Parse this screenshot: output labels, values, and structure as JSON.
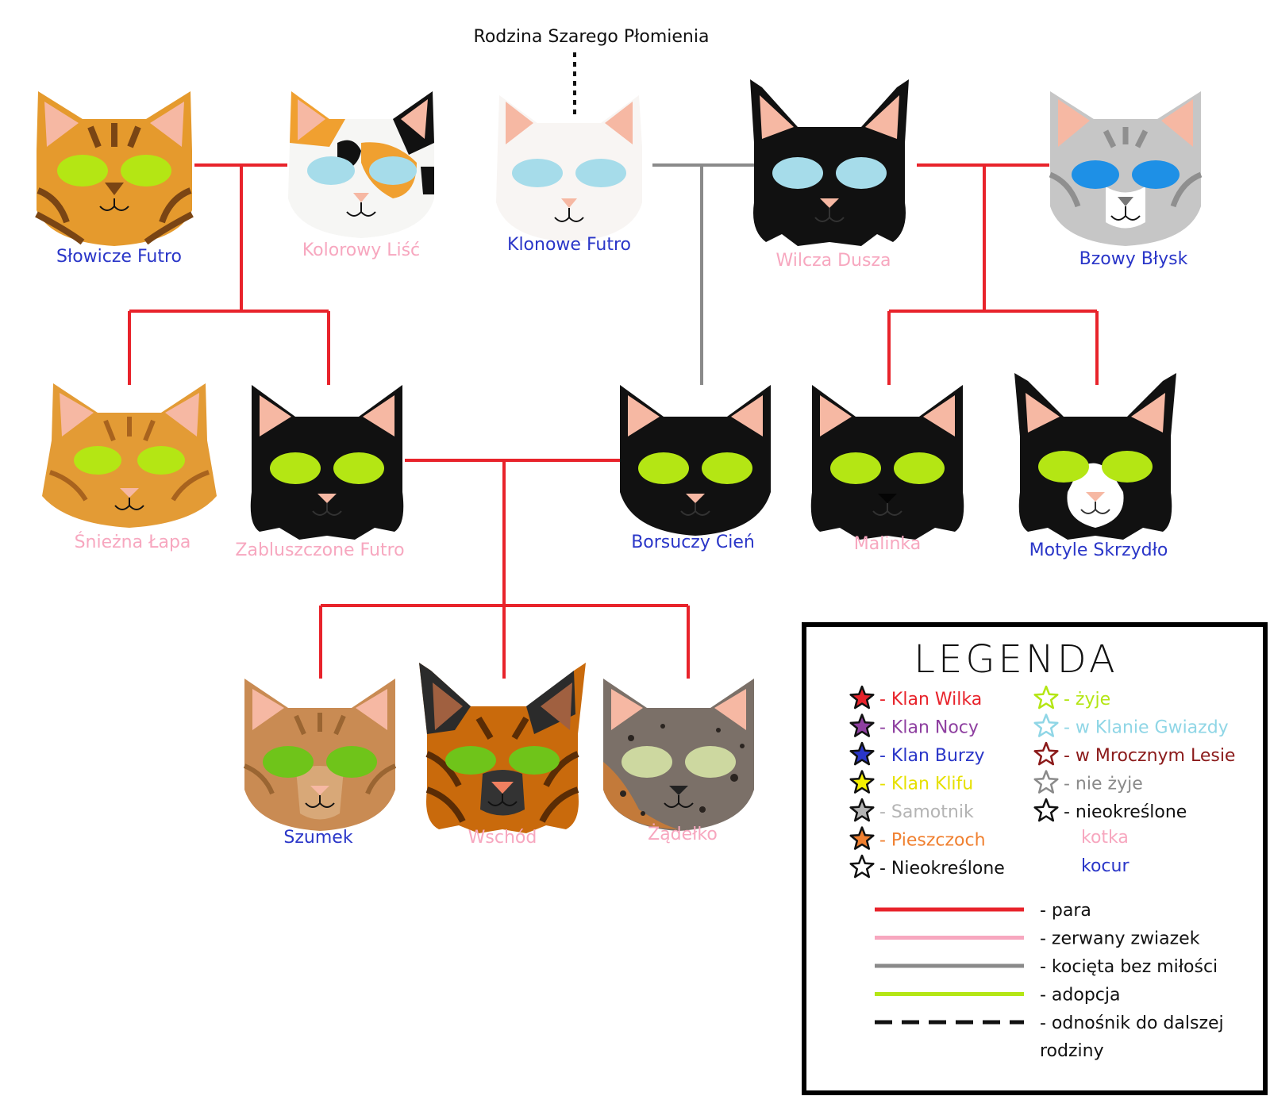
{
  "title": "Rodzina Szarego Płomienia",
  "colors": {
    "pair": "#e8232b",
    "broken": "#f7a7bf",
    "no_love": "#8a8a8a",
    "adoption": "#b4e614",
    "female": "#f7a7bf",
    "male": "#2a36c8"
  },
  "cats": {
    "slowicze": {
      "name": "Słowicze Futro",
      "gender": "male"
    },
    "kolorowy": {
      "name": "Kolorowy Liść",
      "gender": "female"
    },
    "klonowe": {
      "name": "Klonowe Futro",
      "gender": "male"
    },
    "wilcza": {
      "name": "Wilcza Dusza",
      "gender": "female"
    },
    "bzowy": {
      "name": "Bzowy Błysk",
      "gender": "male"
    },
    "sniezna": {
      "name": "Śnieżna Łapa",
      "gender": "female"
    },
    "zabluszczone": {
      "name": "Zabluszczone Futro",
      "gender": "female"
    },
    "borsuczy": {
      "name": "Borsuczy Cień",
      "gender": "male"
    },
    "malinka": {
      "name": "Malinka",
      "gender": "female"
    },
    "motyle": {
      "name": "Motyle Skrzydło",
      "gender": "male"
    },
    "szumek": {
      "name": "Szumek",
      "gender": "male"
    },
    "wschod": {
      "name": "Wschód",
      "gender": "female"
    },
    "zadelko": {
      "name": "Żądełko",
      "gender": "female"
    }
  },
  "legend": {
    "title": "LEGENDA",
    "clans": [
      {
        "label": "- Klan Wilka",
        "color": "#e8232b",
        "star": "#e8232b"
      },
      {
        "label": "- Klan Nocy",
        "color": "#8e3fa0",
        "star": "#8e3fa0"
      },
      {
        "label": "- Klan Burzy",
        "color": "#2a36c8",
        "star": "#2a36c8"
      },
      {
        "label": "- Klan Klifu",
        "color": "#e6e000",
        "star": "#f5f000"
      },
      {
        "label": "- Samotnik",
        "color": "#b4b4b4",
        "star": "#b4b4b4"
      },
      {
        "label": "- Pieszczoch",
        "color": "#f08030",
        "star": "#f08030"
      },
      {
        "label": "- Nieokreślone",
        "color": "#111111",
        "star": "none"
      }
    ],
    "status": [
      {
        "label": "- żyje",
        "color": "#b4e614"
      },
      {
        "label": "- w Klanie Gwiazdy",
        "color": "#8fd6e6"
      },
      {
        "label": "- w Mrocznym Lesie",
        "color": "#8b1a1a"
      },
      {
        "label": "- nie żyje",
        "color": "#8a8a8a"
      },
      {
        "label": "- nieokreślone",
        "color": "#111111"
      }
    ],
    "gender": [
      {
        "label": "kotka",
        "color": "#f7a7bf"
      },
      {
        "label": "kocur",
        "color": "#2a36c8"
      }
    ],
    "lines": [
      {
        "label": "- para",
        "color": "#e8232b",
        "dashed": false
      },
      {
        "label": "- zerwany zwiazek",
        "color": "#f7a7bf",
        "dashed": false
      },
      {
        "label": "- kocięta bez miłości",
        "color": "#8a8a8a",
        "dashed": false
      },
      {
        "label": "- adopcja",
        "color": "#b4e614",
        "dashed": false
      },
      {
        "label": "- odnośnik do dalszej",
        "color": "#111111",
        "dashed": true
      }
    ],
    "lines_cont": "rodziny"
  }
}
